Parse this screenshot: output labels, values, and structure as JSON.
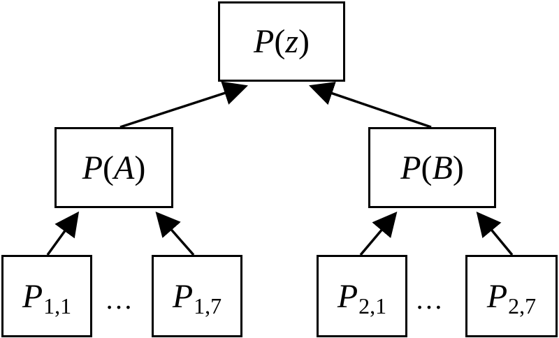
{
  "nodes": {
    "root": {
      "symbol": "P",
      "arg": "z"
    },
    "a": {
      "symbol": "P",
      "arg": "A"
    },
    "b": {
      "symbol": "P",
      "arg": "B"
    },
    "p11": {
      "symbol": "P",
      "sub": "1,1"
    },
    "p17": {
      "symbol": "P",
      "sub": "1,7"
    },
    "p21": {
      "symbol": "P",
      "sub": "2,1"
    },
    "p27": {
      "symbol": "P",
      "sub": "2,7"
    }
  },
  "ellipsis_left": "…",
  "ellipsis_right": "…",
  "colors": {
    "stroke": "#000000",
    "background": "#ffffff"
  }
}
